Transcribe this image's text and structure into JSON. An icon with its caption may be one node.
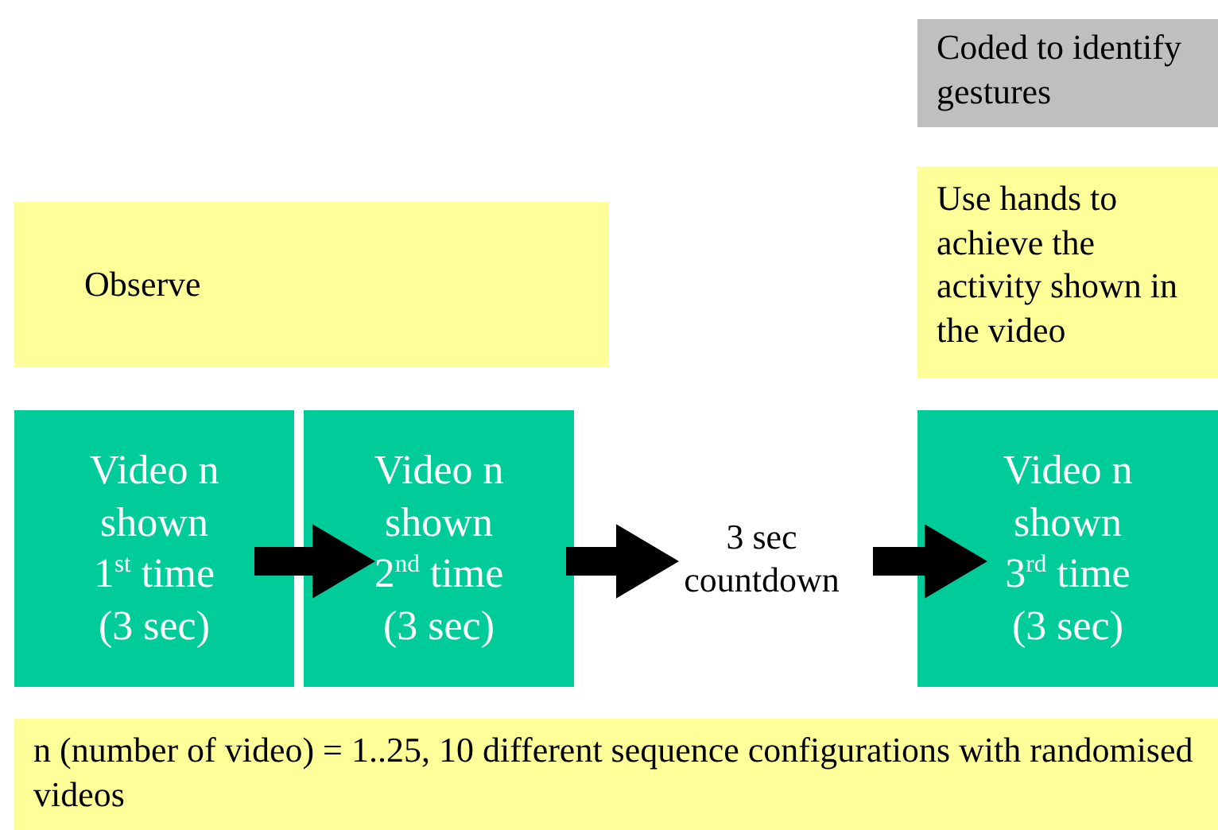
{
  "diagram": {
    "nodes": [
      {
        "text": [
          "Coded to identify gestures"
        ]
      },
      {
        "text": [
          "Observe"
        ]
      },
      {
        "text": [
          "Use hands to achieve the activity shown in the video"
        ]
      },
      {
        "text": [
          "Video n shown 1$^{st}$ time (3 sec)"
        ]
      },
      {
        "text": [
          "Video n shown 2$^{nd}$ time (3 sec)"
        ]
      },
      {
        "text": [
          "3 sec countdown"
        ]
      },
      {
        "text": [
          "Video n shown 3$^{rd}$ time (3 sec)"
        ]
      },
      {
        "text": [
          "n (number of video) = 1..25, 10 different sequence configurations with randomised videos"
        ]
      }
    ],
    "edges": [
      {
        "from": 3,
        "to": 4,
        "arrow": "to"
      },
      {
        "from": 4,
        "to": 5,
        "arrow": "to"
      },
      {
        "from": 5,
        "to": 6,
        "arrow": "to"
      }
    ]
  }
}
